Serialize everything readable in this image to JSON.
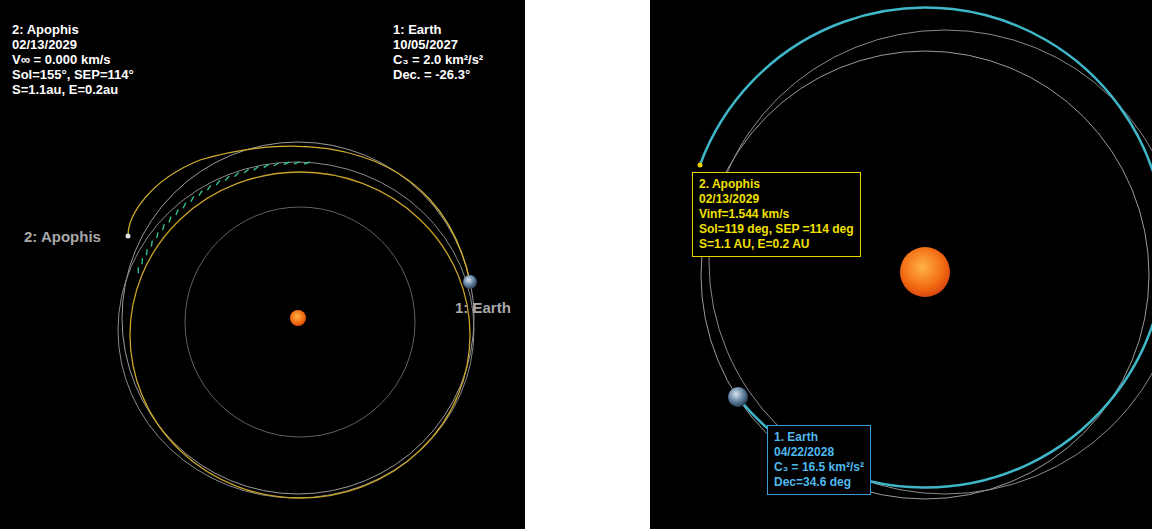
{
  "diagram": {
    "nodes": [
      {
        "text": [
          "2. Apophis",
          "02/13/2029",
          "Vinf=1.544 km/s",
          "Sol=119 deg, SEP =114 deg",
          "S=1.1 AU, E=0.2 AU"
        ]
      },
      {
        "text": [
          "1. Earth",
          "04/22/2028",
          "C₃ = 16.5 km²/s²",
          "Dec=34.6 deg"
        ]
      }
    ],
    "labels": [
      "2: Apophis",
      "02/13/2029",
      "V∞ = 0.000 km/s",
      "Sol=155°, SEP=114°",
      "S=1.1au, E=0.2au",
      "1: Earth",
      "10/05/2027",
      "C₃ = 2.0 km²/s²",
      "Dec. = -26.3°",
      "2: Apophis",
      "1: Earth"
    ]
  }
}
